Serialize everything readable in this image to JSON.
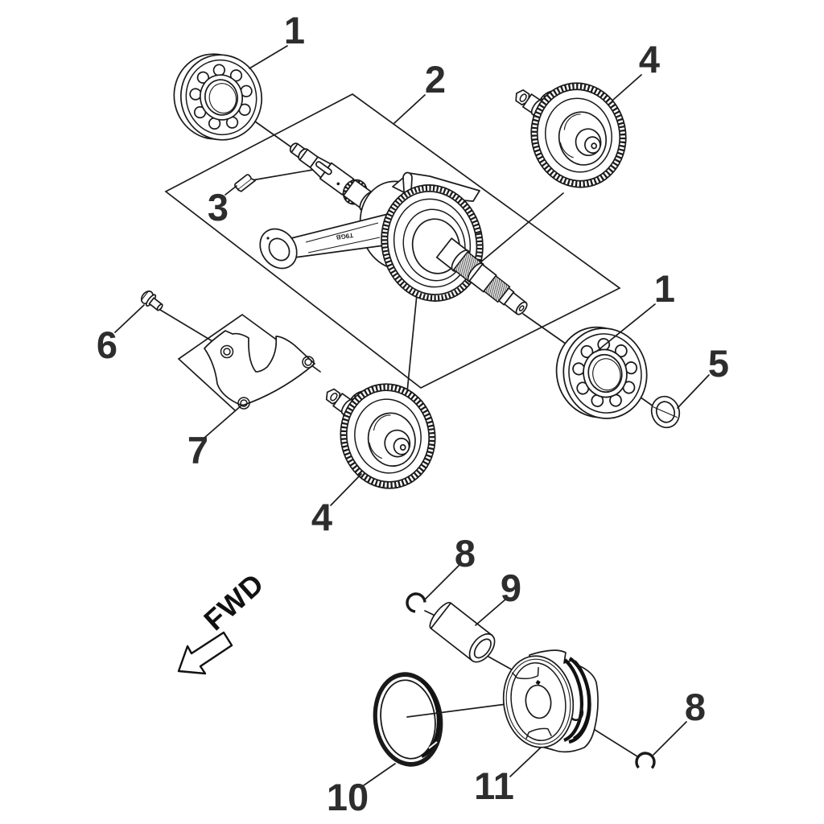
{
  "diagram": {
    "kind": "exploded-parts-diagram",
    "direction_label": "FWD",
    "rod_marking": "T9GB",
    "callouts": [
      {
        "part": "ball-bearing-left",
        "number": "1"
      },
      {
        "part": "crankshaft-assembly",
        "number": "2"
      },
      {
        "part": "woodruff-key",
        "number": "3"
      },
      {
        "part": "balance-gear-top",
        "number": "4"
      },
      {
        "part": "ball-bearing-right",
        "number": "1"
      },
      {
        "part": "lock-washer",
        "number": "5"
      },
      {
        "part": "flange-bolt",
        "number": "6"
      },
      {
        "part": "cover-plate",
        "number": "7"
      },
      {
        "part": "balance-gear-bottom",
        "number": "4"
      },
      {
        "part": "circlip-upper",
        "number": "8"
      },
      {
        "part": "piston-pin",
        "number": "9"
      },
      {
        "part": "circlip-right",
        "number": "8"
      },
      {
        "part": "piston-ring-set",
        "number": "10"
      },
      {
        "part": "piston",
        "number": "11"
      }
    ],
    "colors": {
      "ink": "#1a1a1a",
      "label": "#2d2d2d",
      "background": "#ffffff"
    }
  }
}
